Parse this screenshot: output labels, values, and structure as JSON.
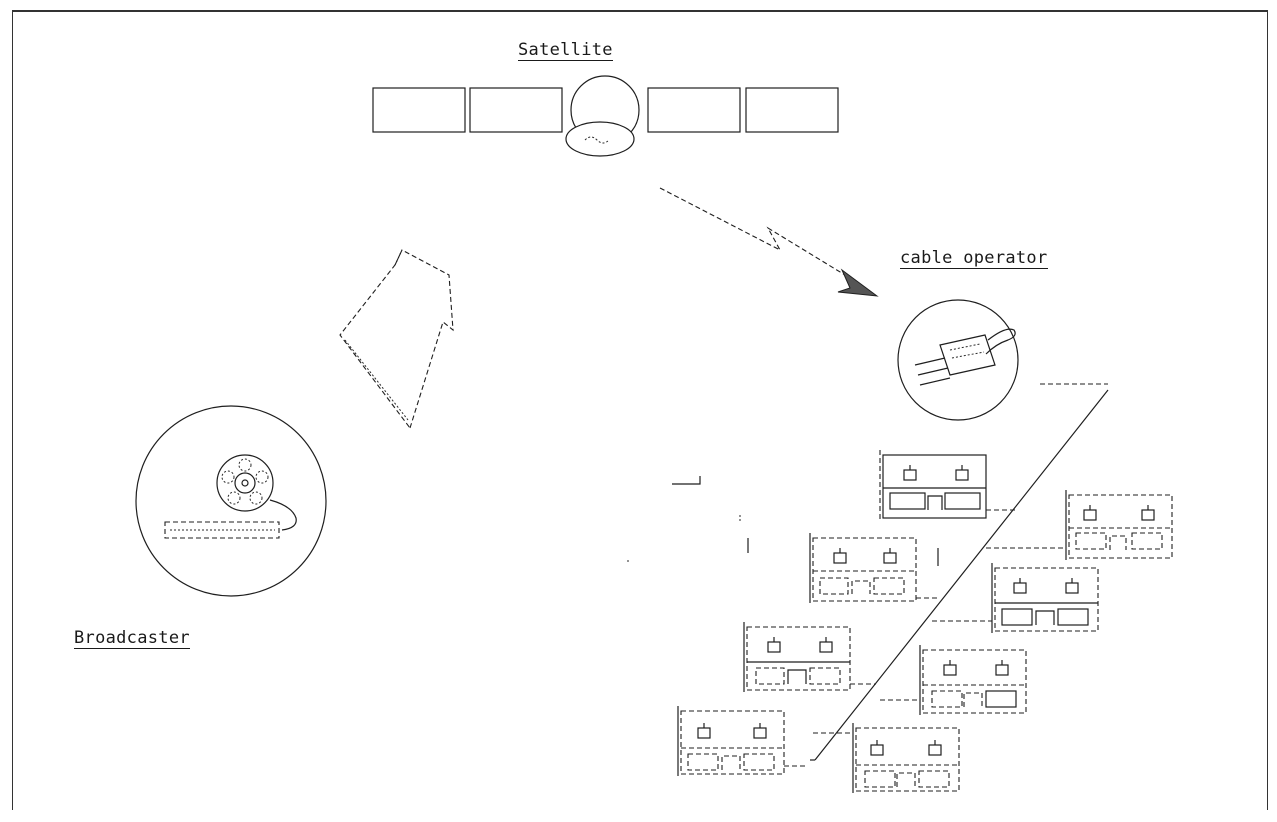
{
  "labels": {
    "satellite": "Satellite",
    "cable_operator": "cable operator",
    "broadcaster": "Broadcaster"
  },
  "colors": {
    "ink": "#1f1f1f",
    "arrow_fill": "#555555",
    "background": "#ffffff"
  },
  "icons": [
    "satellite-icon",
    "film-reel-icon",
    "cable-plug-icon",
    "house-icon",
    "uplink-arrow-icon",
    "downlink-arrow-icon"
  ]
}
